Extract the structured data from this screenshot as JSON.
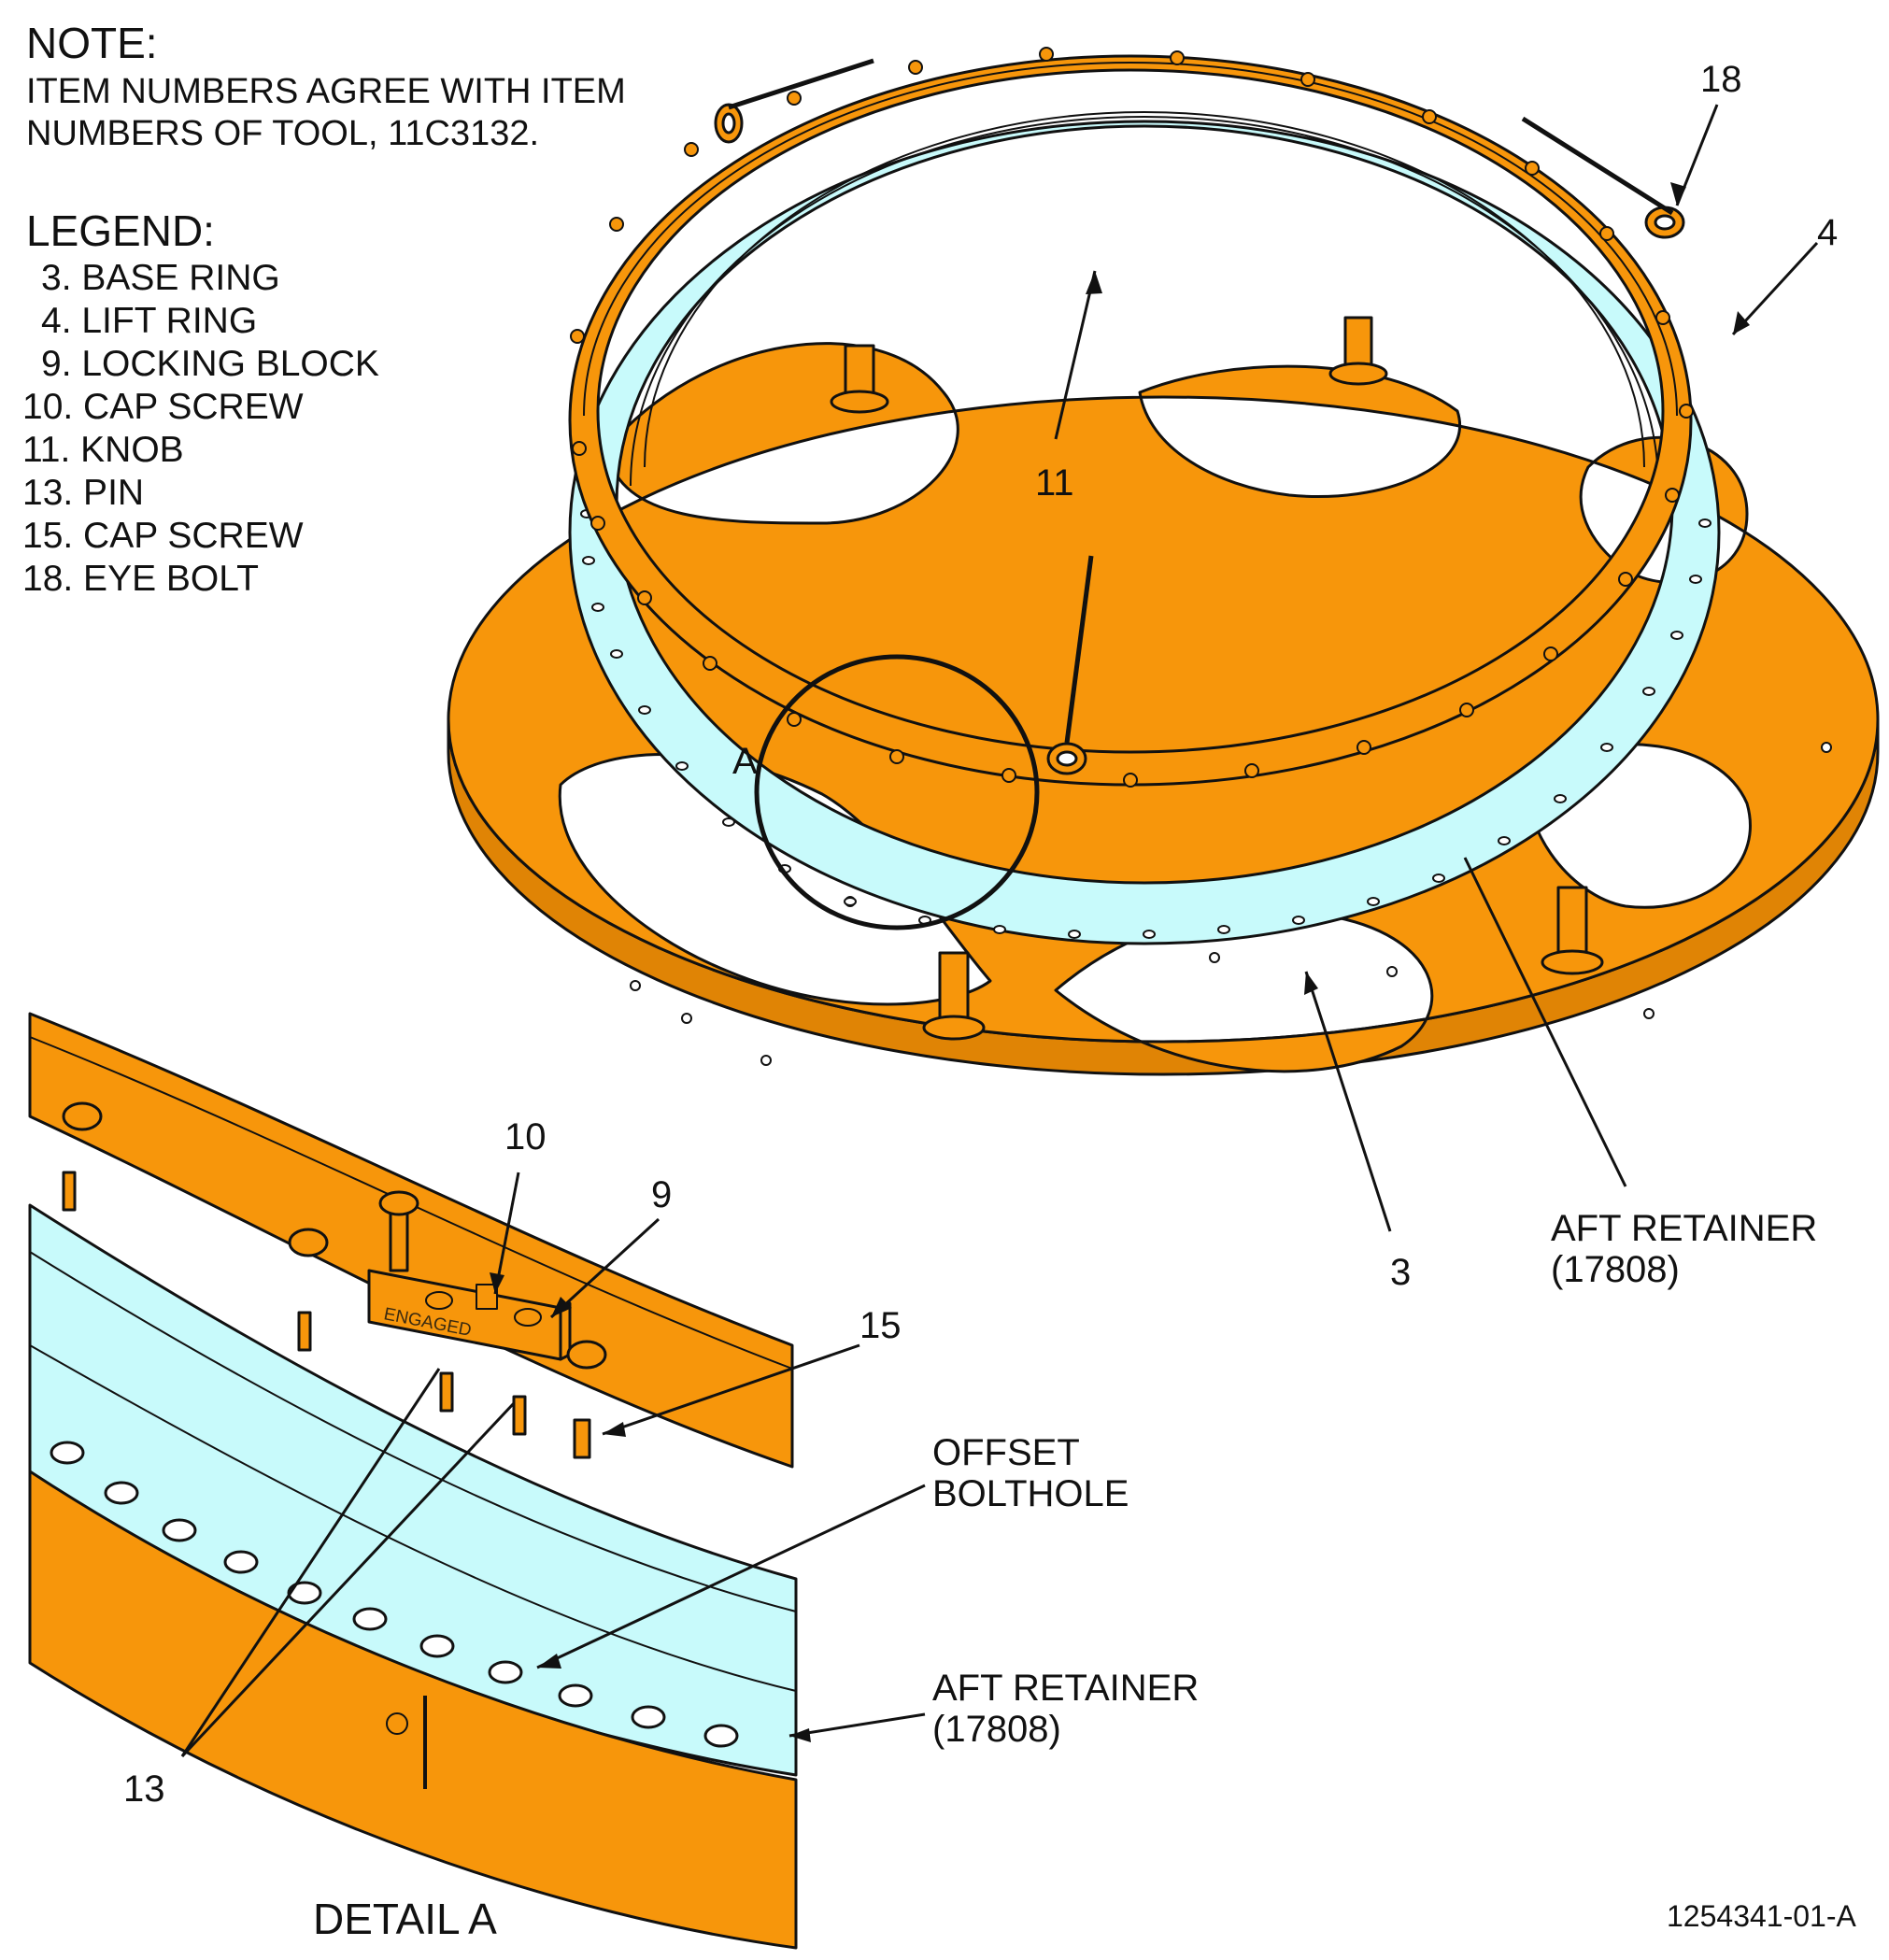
{
  "note": {
    "heading": "NOTE:",
    "lines": [
      "ITEM NUMBERS AGREE WITH ITEM",
      "NUMBERS OF TOOL, 11C3132."
    ]
  },
  "legend": {
    "heading": "LEGEND:",
    "items": [
      "3. BASE RING",
      "4. LIFT RING",
      "9. LOCKING BLOCK",
      "10. CAP SCREW",
      "11. KNOB",
      "13. PIN",
      "15. CAP SCREW",
      "18. EYE BOLT"
    ]
  },
  "callouts": {
    "item_18": "18",
    "item_4": "4",
    "item_11": "11",
    "item_3": "3",
    "aft_retainer_main": [
      "AFT RETAINER",
      "(17808)"
    ],
    "detail_marker": "A",
    "item_10": "10",
    "item_9": "9",
    "item_15": "15",
    "item_13": "13",
    "offset_bolthole": [
      "OFFSET",
      "BOLTHOLE"
    ],
    "aft_retainer_detail": [
      "AFT RETAINER",
      "(17808)"
    ],
    "engraving": "ENGAGED"
  },
  "detail_title": "DETAIL A",
  "figure_id": "1254341-01-A",
  "colors": {
    "tool_orange": "#F7960B",
    "retainer_cyan": "#C8FAFB",
    "outline": "#111111",
    "background": "#FFFFFF"
  }
}
